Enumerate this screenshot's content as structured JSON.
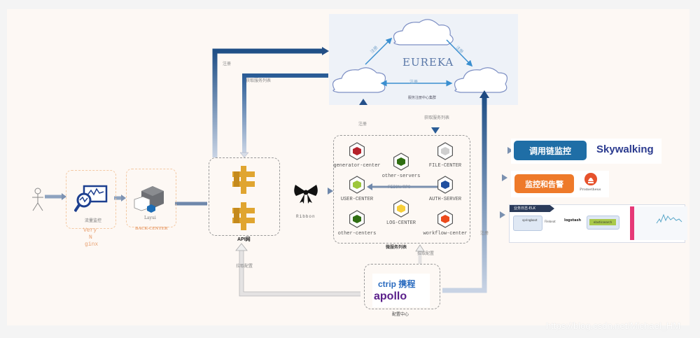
{
  "diagram": {
    "title": "EUREKA",
    "eureka": {
      "edge_labels": [
        "注册",
        "注册",
        "注册"
      ],
      "caption": "服务注册中心集群"
    },
    "client": {
      "icon": "user-icon"
    },
    "nginx": {
      "caption": "流量监控",
      "label_lines": [
        "Very",
        "N",
        "ginx"
      ]
    },
    "back_center": {
      "caption": "Layui",
      "label": "BACK-CENTER"
    },
    "gateway": {
      "label": "API网",
      "arrow_register": "注册",
      "arrow_fetch": "获取服务列表",
      "arrow_config": "拉取配置"
    },
    "ribbon": {
      "label": "Ribbon"
    },
    "services": {
      "label": "微服务列表",
      "register_label": "注册",
      "fetch_label": "获取服务列表",
      "feign_label": "FEIGN/RPC",
      "items": [
        {
          "name": "generator-center",
          "color": "#b5222b"
        },
        {
          "name": "other-servers",
          "color": "#2f6e12"
        },
        {
          "name": "FILE-CENTER",
          "color": "#cfcfcf"
        },
        {
          "name": "USER-CENTER",
          "color": "#9cc63c"
        },
        {
          "name": "AUTH-SERVER",
          "color": "#1f4fa0"
        },
        {
          "name": "other-centers",
          "color": "#2f6e12"
        },
        {
          "name": "LOG-CENTER",
          "color": "#f7cf3b"
        },
        {
          "name": "workflow-center",
          "color": "#ec4a1c"
        }
      ]
    },
    "config": {
      "label": "配置中心",
      "pull_label": "拉取配置",
      "logo_top": "ctrip 携程",
      "logo_bottom": "apollo",
      "register_label": "注册"
    },
    "monitoring": {
      "tracing_label": "调用链监控",
      "tracing_tool": "Skywalking",
      "alert_label": "监控和告警",
      "alert_tool": "Prometheus",
      "elk": {
        "title": "业务日志-ELK",
        "springboot": "springboot",
        "filebeat": "Filebeat",
        "logstash": "logstash",
        "elasticsearch": "elasticsearch"
      }
    },
    "watermark": "https://blog.csdn.net/Michael_HM"
  }
}
